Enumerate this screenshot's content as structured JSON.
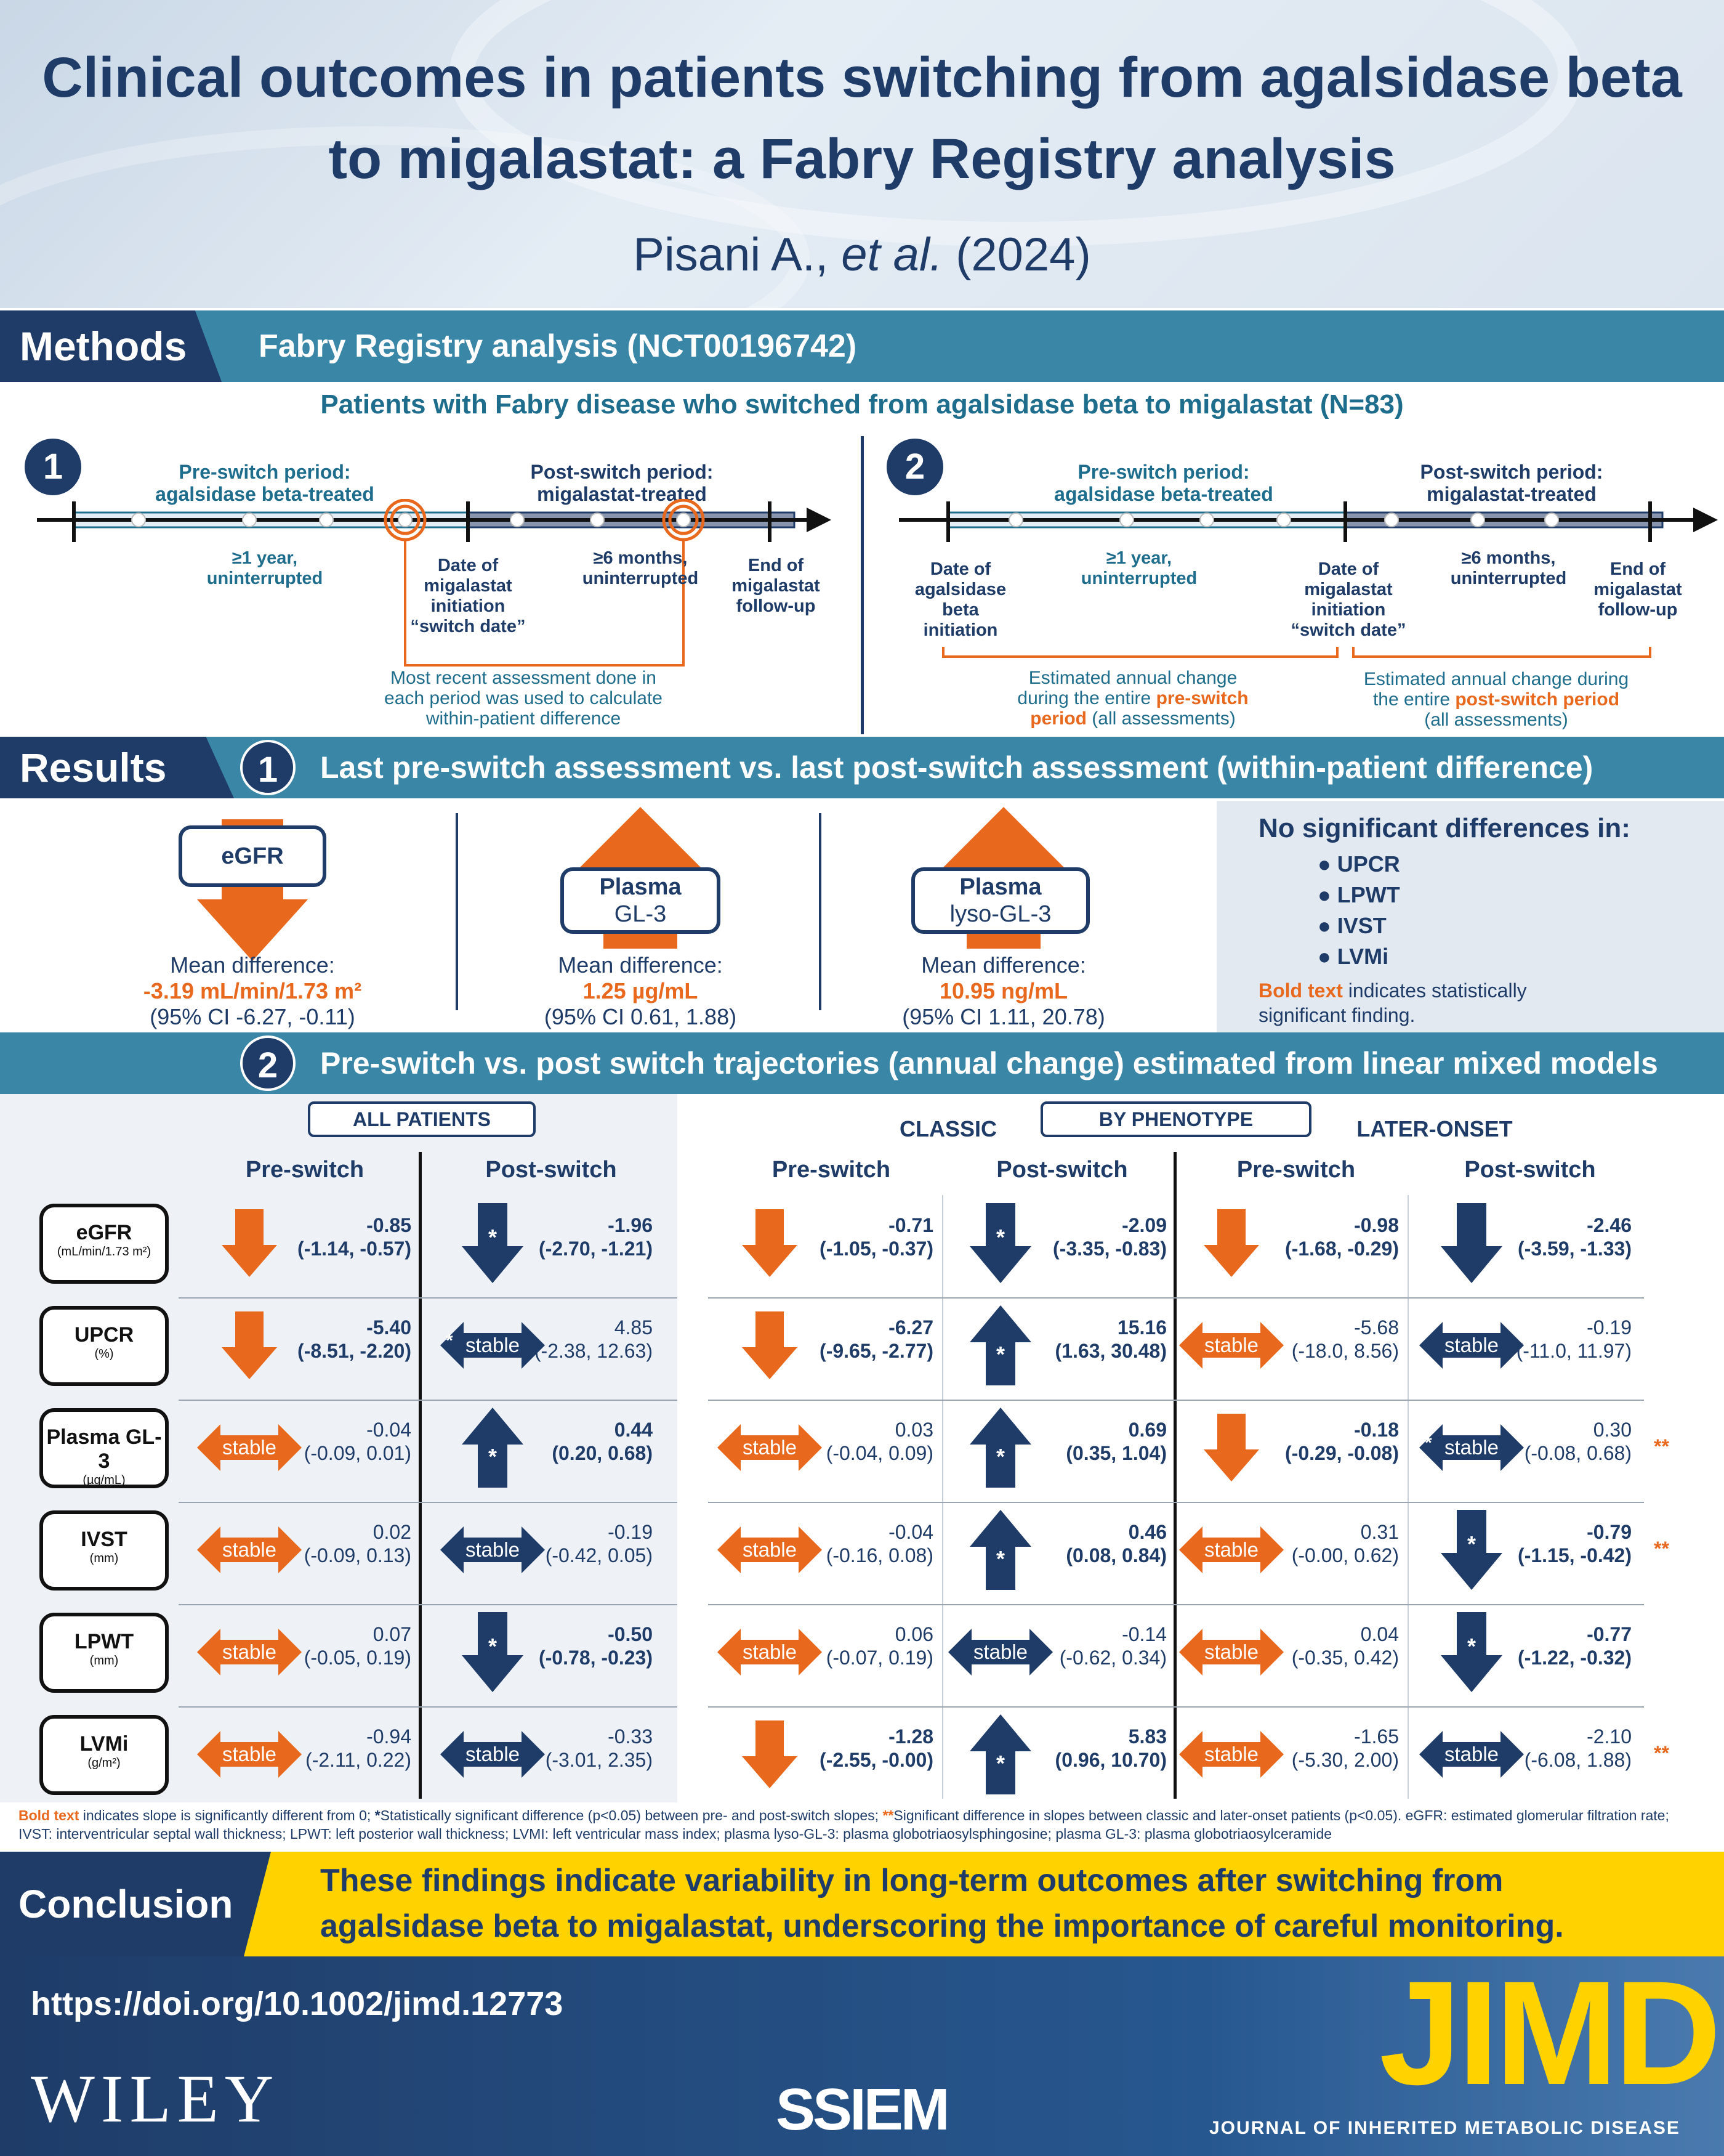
{
  "header": {
    "title_line1": "Clinical outcomes in patients switching from agalsidase beta",
    "title_line2": "to migalastat: a Fabry Registry analysis",
    "authors_pre": "Pisani A., ",
    "authors_etal": "et al.",
    "authors_year": " (2024)"
  },
  "methods": {
    "label": "Methods",
    "bar_text": "Fabry Registry analysis (NCT00196742)",
    "subtitle": "Patients with Fabry disease who switched from agalsidase beta to migalastat (N=83)",
    "d1": {
      "num": "1",
      "pre_l1": "Pre-switch period:",
      "pre_l2": "agalsidase beta-treated",
      "post_l1": "Post-switch period:",
      "post_l2": "migalastat-treated",
      "ge1_l1": "≥1 year,",
      "ge1_l2": "uninterrupted",
      "date_l1": "Date of",
      "date_l2": "migalastat",
      "date_l3": "initiation",
      "date_l4": "“switch date”",
      "ge6_l1": "≥6 months,",
      "ge6_l2": "uninterrupted",
      "end_l1": "End of",
      "end_l2": "migalastat",
      "end_l3": "follow-up",
      "note_l1": "Most recent assessment done in",
      "note_l2": "each period was used to calculate",
      "note_l3": "within-patient difference"
    },
    "d2": {
      "num": "2",
      "pre_l1": "Pre-switch period:",
      "pre_l2": "agalsidase beta-treated",
      "post_l1": "Post-switch period:",
      "post_l2": "migalastat-treated",
      "start_l1": "Date of",
      "start_l2": "agalsidase",
      "start_l3": "beta",
      "start_l4": "initiation",
      "ge1_l1": "≥1 year,",
      "ge1_l2": "uninterrupted",
      "date_l1": "Date of",
      "date_l2": "migalastat",
      "date_l3": "initiation",
      "date_l4": "“switch date”",
      "ge6_l1": "≥6 months,",
      "ge6_l2": "uninterrupted",
      "end_l1": "End of",
      "end_l2": "migalastat",
      "end_l3": "follow-up",
      "note1_l1": "Estimated annual change",
      "note1_l2a": "during the entire ",
      "note1_l2b": "pre-switch",
      "note1_l3a": "period",
      "note1_l3b": " (all assessments)",
      "note2_l1": "Estimated annual change during",
      "note2_l2a": "the entire ",
      "note2_l2b": "post-switch period",
      "note2_l3": "(all assessments)"
    }
  },
  "results": {
    "label": "Results",
    "p1_num": "1",
    "p1_text": "Last pre-switch assessment vs. last post-switch assessment (within-patient difference)",
    "egfr": {
      "box": "eGFR",
      "md": "Mean difference:",
      "val": "-3.19 mL/min/1.73 m²",
      "ci": "(95% CI -6.27, -0.11)"
    },
    "gl3": {
      "box_l1": "Plasma",
      "box_l2": "GL-3",
      "md": "Mean difference:",
      "val": "1.25 µg/mL",
      "ci": "(95% CI 0.61, 1.88)"
    },
    "lyso": {
      "box_l1": "Plasma",
      "box_l2": "lyso-GL-3",
      "md": "Mean difference:",
      "val": "10.95 ng/mL",
      "ci": "(95% CI 1.11, 20.78)"
    },
    "nosig": {
      "title": "No significant differences in:",
      "items": [
        "UPCR",
        "LPWT",
        "IVST",
        "LVMi"
      ],
      "bold": "Bold text",
      "rest_l1": " indicates statistically",
      "rest_l2": "significant finding."
    },
    "p2_num": "2",
    "p2_text": "Pre-switch vs. post switch trajectories (annual change) estimated from linear mixed models"
  },
  "table": {
    "all_patients": "ALL PATIENTS",
    "by_phenotype": "BY PHENOTYPE",
    "classic": "CLASSIC",
    "later_onset": "LATER-ONSET",
    "pre": "Pre-switch",
    "post": "Post-switch",
    "stable": "stable",
    "star": "*",
    "rows": [
      {
        "name": "eGFR",
        "unit": "(mL/min/1.73 m²)",
        "stars": "",
        "cells": [
          {
            "arrow": "down",
            "color": "orange",
            "star": false,
            "v1": "-0.85",
            "v2": "(-1.14, -0.57)",
            "bold": true
          },
          {
            "arrow": "down",
            "color": "navy",
            "star": true,
            "v1": "-1.96",
            "v2": "(-2.70, -1.21)",
            "bold": true
          },
          {
            "arrow": "down",
            "color": "orange",
            "star": false,
            "v1": "-0.71",
            "v2": "(-1.05, -0.37)",
            "bold": true
          },
          {
            "arrow": "down",
            "color": "navy",
            "star": true,
            "v1": "-2.09",
            "v2": "(-3.35, -0.83)",
            "bold": true
          },
          {
            "arrow": "down",
            "color": "orange",
            "star": false,
            "v1": "-0.98",
            "v2": "(-1.68, -0.29)",
            "bold": true
          },
          {
            "arrow": "down",
            "color": "navy",
            "star": false,
            "v1": "-2.46",
            "v2": "(-3.59, -1.33)",
            "bold": true
          }
        ]
      },
      {
        "name": "UPCR",
        "unit": "(%)",
        "stars": "",
        "cells": [
          {
            "arrow": "down",
            "color": "orange",
            "star": false,
            "v1": "-5.40",
            "v2": "(-8.51, -2.20)",
            "bold": true
          },
          {
            "arrow": "stable",
            "color": "navy",
            "star": true,
            "v1": "4.85",
            "v2": "(-2.38, 12.63)",
            "bold": false
          },
          {
            "arrow": "down",
            "color": "orange",
            "star": false,
            "v1": "-6.27",
            "v2": "(-9.65, -2.77)",
            "bold": true
          },
          {
            "arrow": "up",
            "color": "navy",
            "star": true,
            "v1": "15.16",
            "v2": "(1.63, 30.48)",
            "bold": true
          },
          {
            "arrow": "stable",
            "color": "orange",
            "star": false,
            "v1": "-5.68",
            "v2": "(-18.0, 8.56)",
            "bold": false
          },
          {
            "arrow": "stable",
            "color": "navy",
            "star": false,
            "v1": "-0.19",
            "v2": "(-11.0, 11.97)",
            "bold": false
          }
        ]
      },
      {
        "name": "Plasma GL-3",
        "unit": "(µg/mL)",
        "stars": "**",
        "cells": [
          {
            "arrow": "stable",
            "color": "orange",
            "star": false,
            "v1": "-0.04",
            "v2": "(-0.09, 0.01)",
            "bold": false
          },
          {
            "arrow": "up",
            "color": "navy",
            "star": true,
            "v1": "0.44",
            "v2": "(0.20, 0.68)",
            "bold": true
          },
          {
            "arrow": "stable",
            "color": "orange",
            "star": false,
            "v1": "0.03",
            "v2": "(-0.04, 0.09)",
            "bold": false
          },
          {
            "arrow": "up",
            "color": "navy",
            "star": true,
            "v1": "0.69",
            "v2": "(0.35, 1.04)",
            "bold": true
          },
          {
            "arrow": "down",
            "color": "orange",
            "star": false,
            "v1": "-0.18",
            "v2": "(-0.29, -0.08)",
            "bold": true
          },
          {
            "arrow": "stable",
            "color": "navy",
            "star": true,
            "v1": "0.30",
            "v2": "(-0.08, 0.68)",
            "bold": false
          }
        ]
      },
      {
        "name": "IVST",
        "unit": "(mm)",
        "stars": "**",
        "cells": [
          {
            "arrow": "stable",
            "color": "orange",
            "star": false,
            "v1": "0.02",
            "v2": "(-0.09, 0.13)",
            "bold": false
          },
          {
            "arrow": "stable",
            "color": "navy",
            "star": false,
            "v1": "-0.19",
            "v2": "(-0.42, 0.05)",
            "bold": false
          },
          {
            "arrow": "stable",
            "color": "orange",
            "star": false,
            "v1": "-0.04",
            "v2": "(-0.16, 0.08)",
            "bold": false
          },
          {
            "arrow": "up",
            "color": "navy",
            "star": true,
            "v1": "0.46",
            "v2": "(0.08, 0.84)",
            "bold": true
          },
          {
            "arrow": "stable",
            "color": "orange",
            "star": false,
            "v1": "0.31",
            "v2": "(-0.00, 0.62)",
            "bold": false
          },
          {
            "arrow": "down",
            "color": "navy",
            "star": true,
            "v1": "-0.79",
            "v2": "(-1.15, -0.42)",
            "bold": true
          }
        ]
      },
      {
        "name": "LPWT",
        "unit": "(mm)",
        "stars": "",
        "cells": [
          {
            "arrow": "stable",
            "color": "orange",
            "star": false,
            "v1": "0.07",
            "v2": "(-0.05, 0.19)",
            "bold": false
          },
          {
            "arrow": "down",
            "color": "navy",
            "star": true,
            "v1": "-0.50",
            "v2": "(-0.78, -0.23)",
            "bold": true
          },
          {
            "arrow": "stable",
            "color": "orange",
            "star": false,
            "v1": "0.06",
            "v2": "(-0.07, 0.19)",
            "bold": false
          },
          {
            "arrow": "stable",
            "color": "navy",
            "star": false,
            "v1": "-0.14",
            "v2": "(-0.62, 0.34)",
            "bold": false
          },
          {
            "arrow": "stable",
            "color": "orange",
            "star": false,
            "v1": "0.04",
            "v2": "(-0.35, 0.42)",
            "bold": false
          },
          {
            "arrow": "down",
            "color": "navy",
            "star": true,
            "v1": "-0.77",
            "v2": "(-1.22, -0.32)",
            "bold": true
          }
        ]
      },
      {
        "name": "LVMi",
        "unit": "(g/m²)",
        "stars": "**",
        "cells": [
          {
            "arrow": "stable",
            "color": "orange",
            "star": false,
            "v1": "-0.94",
            "v2": "(-2.11, 0.22)",
            "bold": false
          },
          {
            "arrow": "stable",
            "color": "navy",
            "star": false,
            "v1": "-0.33",
            "v2": "(-3.01, 2.35)",
            "bold": false
          },
          {
            "arrow": "down",
            "color": "orange",
            "star": false,
            "v1": "-1.28",
            "v2": "(-2.55, -0.00)",
            "bold": true
          },
          {
            "arrow": "up",
            "color": "navy",
            "star": true,
            "v1": "5.83",
            "v2": "(0.96, 10.70)",
            "bold": true
          },
          {
            "arrow": "stable",
            "color": "orange",
            "star": false,
            "v1": "-1.65",
            "v2": "(-5.30, 2.00)",
            "bold": false
          },
          {
            "arrow": "stable",
            "color": "navy",
            "star": false,
            "v1": "-2.10",
            "v2": "(-6.08, 1.88)",
            "bold": false
          }
        ]
      }
    ]
  },
  "footnote": {
    "bold": "Bold text",
    "t1": " indicates slope is significantly different from 0; ",
    "s1": "*",
    "t2": "Statistically significant difference (p<0.05) between pre- and post-switch slopes; ",
    "s2": "**",
    "t3": "Significant difference in slopes between classic and later-onset patients (p<0.05). eGFR: estimated glomerular filtration rate; IVST: interventricular septal wall thickness; LPWT: left posterior wall thickness; LVMI: left ventricular mass index; plasma lyso-GL-3: plasma globotriaosylsphingosine; plasma GL-3: plasma globotriaosylceramide"
  },
  "conclusion": {
    "label": "Conclusion",
    "l1": "These findings indicate variability in long-term outcomes after switching from",
    "l2": "agalsidase beta to migalastat, underscoring the importance of careful monitoring."
  },
  "footer": {
    "doi": "https://doi.org/10.1002/jimd.12773",
    "wiley": "WILEY",
    "ssiem": "SSIEM",
    "jimd": "JIMD",
    "journal": "JOURNAL OF INHERITED METABOLIC DISEASE"
  },
  "colors": {
    "navy": "#1f3c68",
    "teal": "#3a86a7",
    "orange": "#e8681e",
    "yellow": "#ffd200"
  }
}
